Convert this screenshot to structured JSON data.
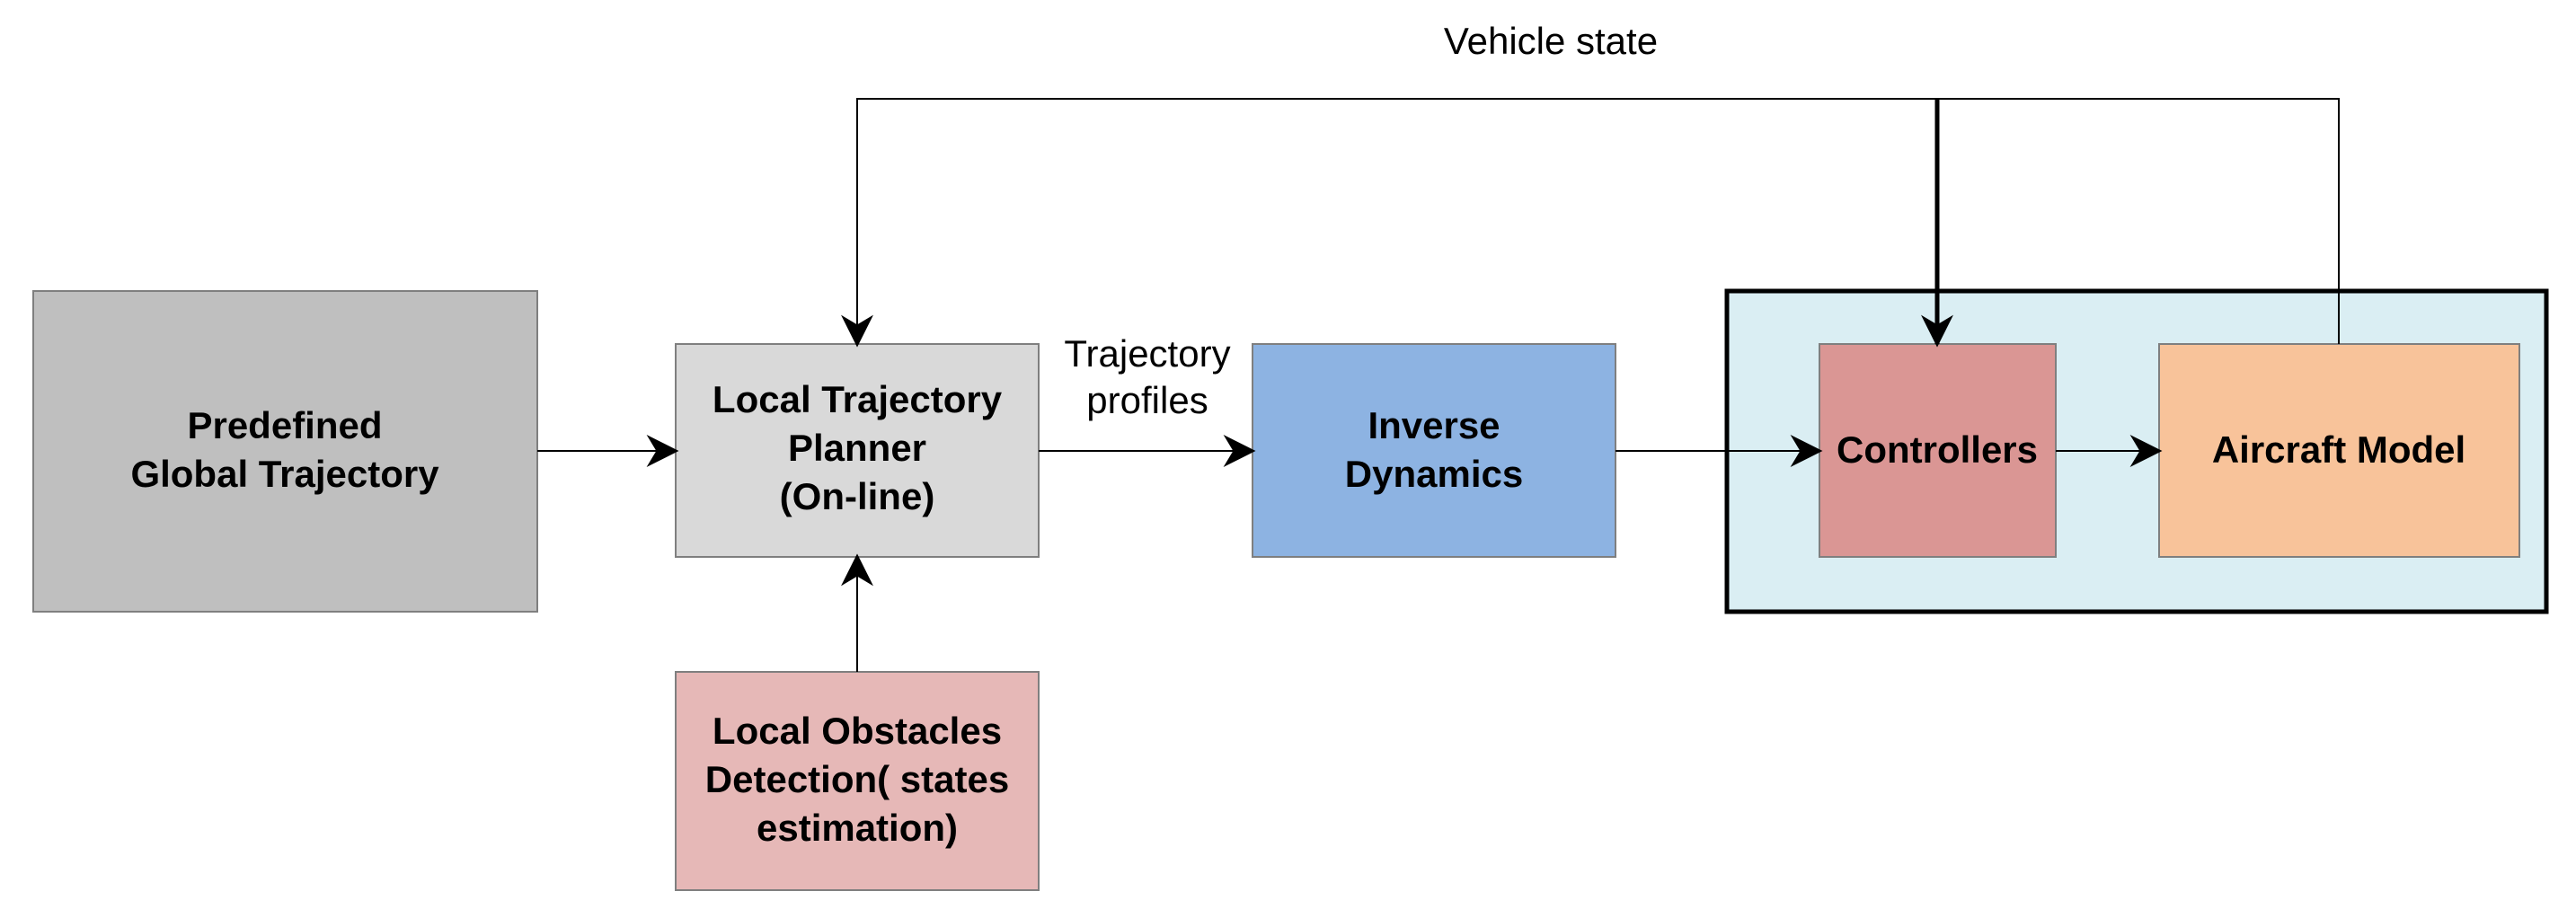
{
  "labels": {
    "vehicle_state": "Vehicle state",
    "trajectory_profiles": [
      "Trajectory",
      "profiles"
    ]
  },
  "blocks": {
    "global": {
      "lines": [
        "Predefined",
        "Global Trajectory"
      ],
      "color": "#bfbfbf"
    },
    "planner": {
      "lines": [
        "Local Trajectory",
        "Planner",
        "(On-line)"
      ],
      "color": "#d9d9d9"
    },
    "obstacles": {
      "lines": [
        "Local Obstacles",
        "Detection( states",
        "estimation)"
      ],
      "color": "#e6b8b7"
    },
    "inverse": {
      "lines": [
        "Inverse",
        "Dynamics"
      ],
      "color": "#8db3e2"
    },
    "controllers": {
      "lines": [
        "Controllers"
      ],
      "color": "#da9694"
    },
    "aircraft": {
      "lines": [
        "Aircraft Model"
      ],
      "color": "#f8c39a"
    }
  },
  "group": {
    "color": "#daeef3"
  }
}
